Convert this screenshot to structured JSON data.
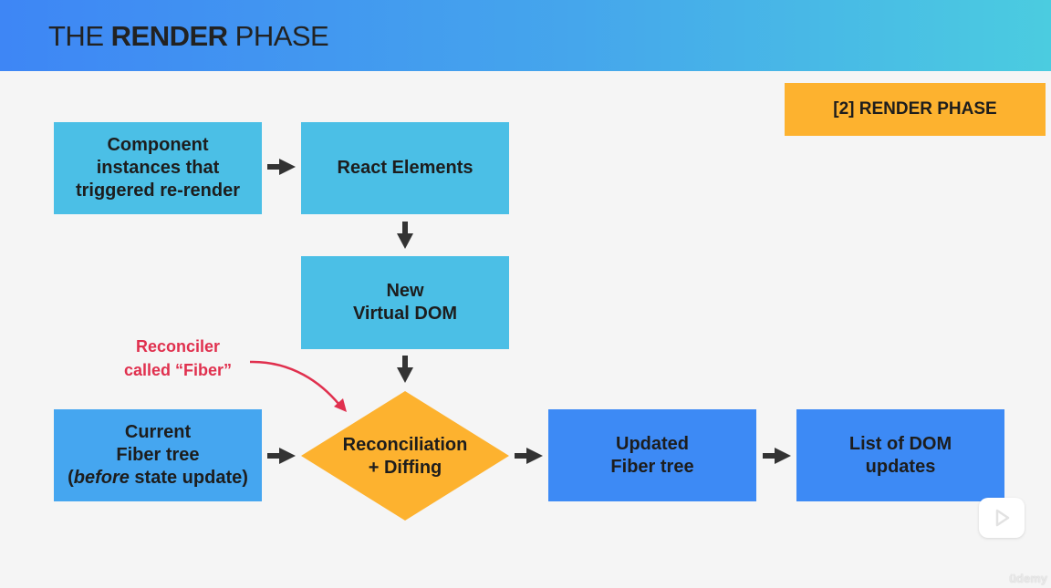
{
  "header": {
    "title_prefix": "THE ",
    "title_bold": "RENDER",
    "title_suffix": " PHASE"
  },
  "phase_badge": "[2] RENDER PHASE",
  "nodes": {
    "component_instances": "Component\ninstances that\ntriggered re-render",
    "react_elements": "React Elements",
    "new_virtual_dom": "New\nVirtual DOM",
    "current_fiber_line1": "Current",
    "current_fiber_line2": "Fiber tree",
    "current_fiber_italic": "before",
    "current_fiber_rest": " state update)",
    "reconciliation": "Reconciliation\n+ Diffing",
    "updated_fiber_tree": "Updated\nFiber tree",
    "dom_updates": "List of DOM\nupdates"
  },
  "annotation": "Reconciler\ncalled “Fiber”",
  "colors": {
    "header_start": "#3e86f5",
    "header_end": "#4bcce0",
    "badge": "#fdb22f",
    "cyan_box": "#4bbfe6",
    "mid_blue_box": "#45a6f0",
    "blue_box": "#3d8af5",
    "diamond": "#fdb22f",
    "annotation": "#e0304e",
    "arrow": "#333333"
  },
  "watermark": "üdemy"
}
